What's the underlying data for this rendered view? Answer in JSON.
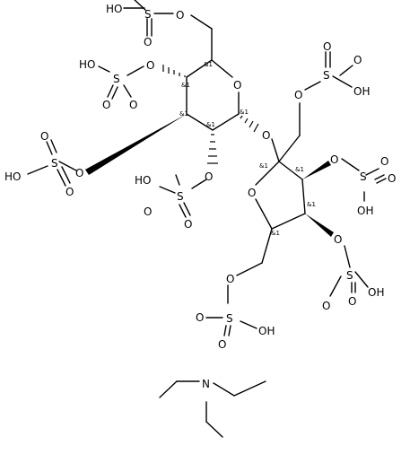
{
  "molecule": {
    "atoms": {
      "o_ring_pyranose": "O",
      "o_glycosidic": "O",
      "o_ring_furanose": "O",
      "o_c6_top": "O",
      "o_c4": "O",
      "o_c3": "O",
      "o_c2": "O",
      "o_c1prime": "O",
      "o_c3prime": "O",
      "o_c4prime": "O",
      "o_c6prime": "O",
      "n_amine": "N"
    },
    "sulfates": [
      {
        "s": "S",
        "ho": "HO",
        "o_a": "O",
        "o_b": "O"
      },
      {
        "s": "S",
        "ho": "HO",
        "o_a": "O",
        "o_b": "O"
      },
      {
        "s": "S",
        "ho": "HO",
        "o_a": "O",
        "o_b": "O"
      },
      {
        "s": "S",
        "ho": "HO",
        "o_a": "O",
        "o_b": "O"
      },
      {
        "s": "S",
        "oh": "OH",
        "o_a": "O",
        "o_b": "O"
      },
      {
        "s": "S",
        "oh": "OH",
        "o_a": "O",
        "o_b": "O"
      },
      {
        "s": "S",
        "oh": "OH",
        "o_a": "O",
        "o_b": "O"
      },
      {
        "s": "S",
        "oh": "OH",
        "o_a": "O",
        "o_b": "O"
      }
    ],
    "stereo_label": "&1"
  }
}
